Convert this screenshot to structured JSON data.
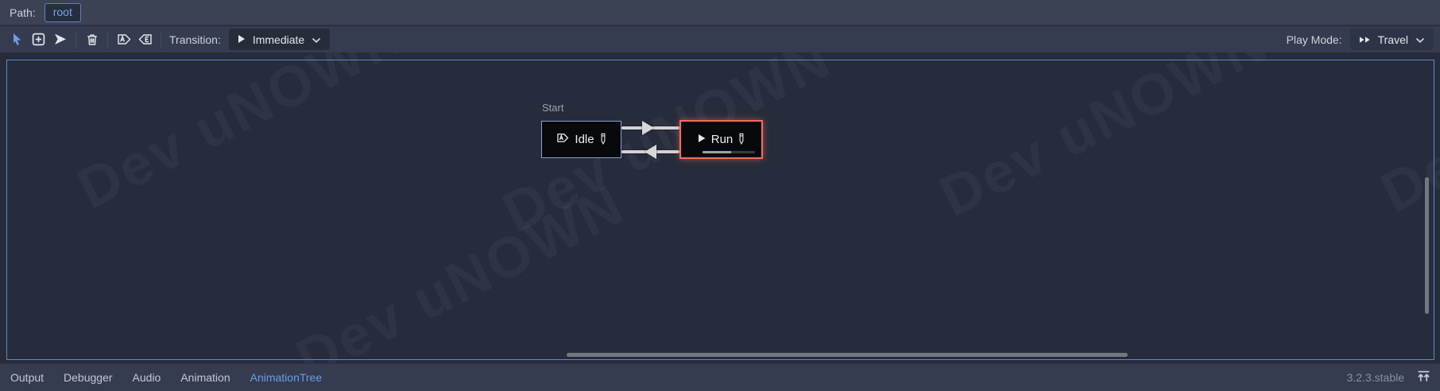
{
  "colors": {
    "accent_blue": "#6d9ce8",
    "selected_node_red": "#ee6e5d",
    "idle_node_border_blue": "#8aa3cf",
    "canvas_border_blue": "#5e87c9",
    "node_fill": "#06070a",
    "panel_bg": "#353c4f",
    "canvas_bg": "#262c3b"
  },
  "path_bar": {
    "label": "Path:",
    "root": "root"
  },
  "toolbar": {
    "tools": [
      {
        "name": "select",
        "icon": "cursor-icon"
      },
      {
        "name": "create",
        "icon": "add-node-icon"
      },
      {
        "name": "connect",
        "icon": "connect-nodes-icon"
      },
      {
        "name": "erase",
        "icon": "trash-icon"
      },
      {
        "name": "start-node",
        "icon": "auto-play-icon"
      },
      {
        "name": "end-node",
        "icon": "auto-end-icon"
      }
    ],
    "transition": {
      "label": "Transition:",
      "value": "Immediate"
    },
    "play_mode": {
      "label": "Play Mode:",
      "value": "Travel"
    }
  },
  "graph": {
    "start_label": "Start",
    "nodes": [
      {
        "name": "Idle",
        "icon": "auto-play-icon",
        "selected": false
      },
      {
        "name": "Run",
        "icon": "play-icon",
        "selected": true,
        "progress_percent": 55
      }
    ],
    "transitions": [
      {
        "from": "Idle",
        "to": "Run"
      },
      {
        "from": "Run",
        "to": "Idle"
      }
    ],
    "watermark": "Dev uNOWN"
  },
  "status_bar": {
    "tabs": [
      "Output",
      "Debugger",
      "Audio",
      "Animation",
      "AnimationTree"
    ],
    "active_tab": "AnimationTree",
    "version": "3.2.3.stable"
  }
}
